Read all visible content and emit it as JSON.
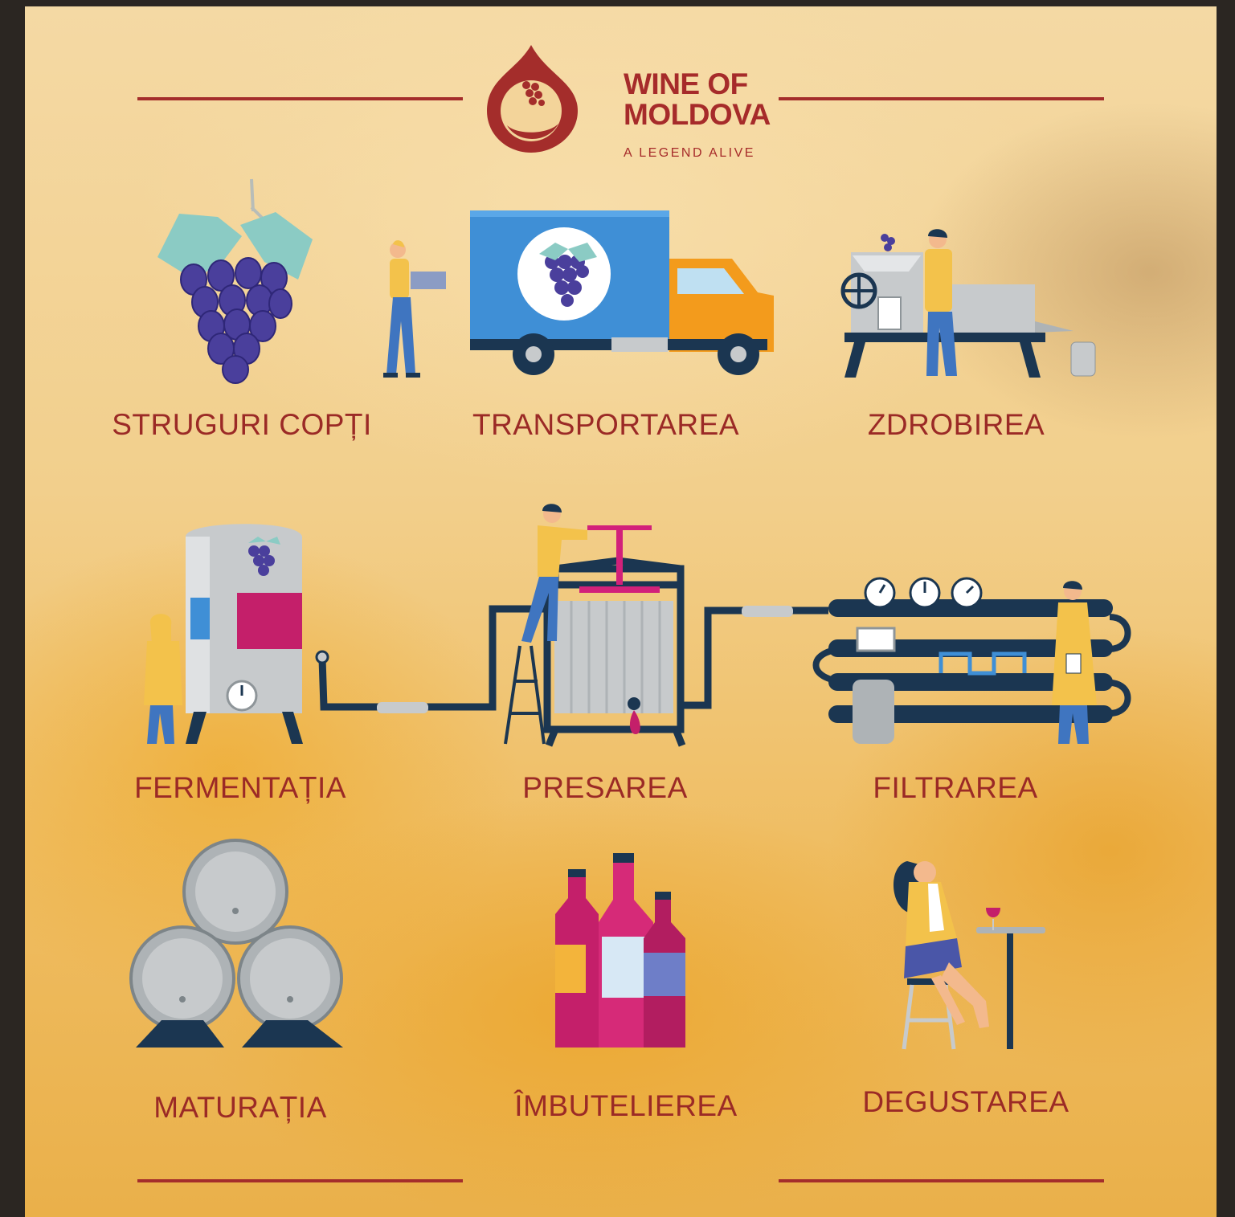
{
  "brand": {
    "name_line1": "WINE OF",
    "name_line2": "MOLDOVA",
    "tagline": "A LEGEND ALIVE"
  },
  "steps": [
    {
      "label": "STRUGURI COPȚI",
      "icon": "grapes-icon"
    },
    {
      "label": "TRANSPORTAREA",
      "icon": "delivery-truck-icon"
    },
    {
      "label": "ZDROBIREA",
      "icon": "crusher-machine-icon"
    },
    {
      "label": "FERMENTAȚIA",
      "icon": "fermentation-tank-icon"
    },
    {
      "label": "PRESAREA",
      "icon": "wine-press-icon"
    },
    {
      "label": "FILTRAREA",
      "icon": "filtration-unit-icon"
    },
    {
      "label": "MATURAȚIA",
      "icon": "oak-barrels-icon"
    },
    {
      "label": "ÎMBUTELIEREA",
      "icon": "wine-bottles-icon"
    },
    {
      "label": "DEGUSTAREA",
      "icon": "wine-tasting-icon"
    }
  ],
  "colors": {
    "brand_red": "#a42d2b",
    "label_red": "#9b2a26",
    "grape_purple": "#4a3f9c",
    "wine_magenta": "#c41f6a",
    "pipe_navy": "#1b3651",
    "truck_blue": "#3f8fd6",
    "truck_orange": "#f39b1c",
    "steel_gray": "#c7cacc"
  }
}
